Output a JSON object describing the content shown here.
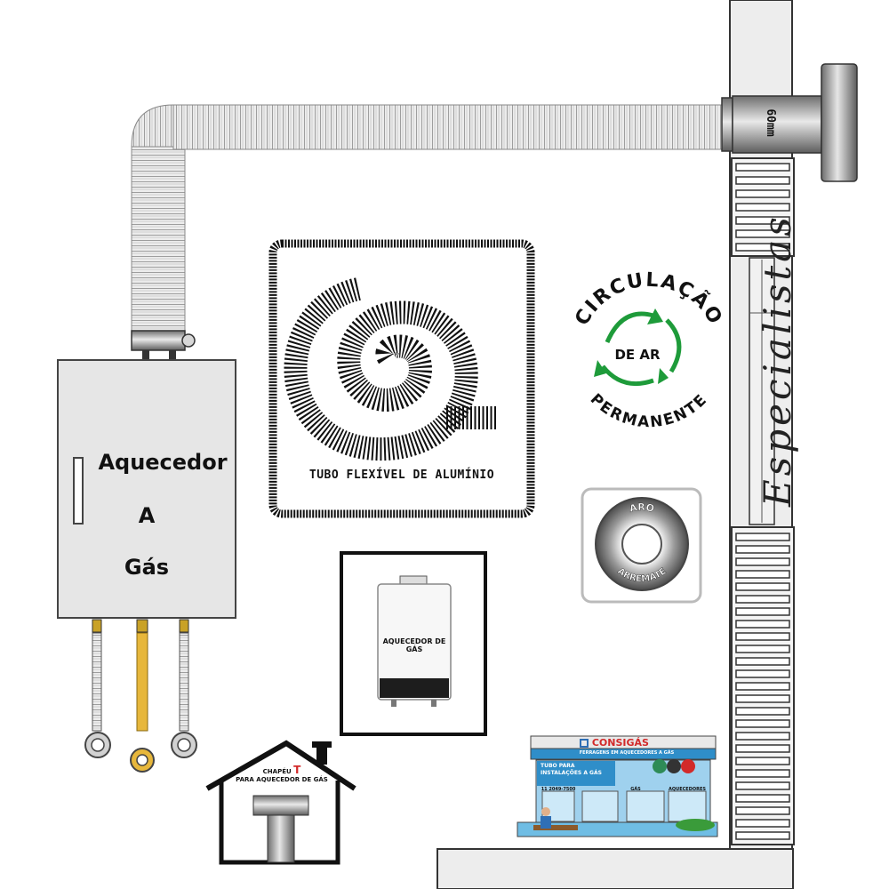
{
  "heater": {
    "line1": "Aquecedor",
    "line2": "A",
    "line3": "Gás"
  },
  "chimney": {
    "pipe_label": "60mm"
  },
  "tube_box": {
    "caption": "TUBO FLEXÍVEL DE ALUMÍNIO"
  },
  "circulation": {
    "top_text": "CIRCULAÇÃO",
    "center_text": "DE AR",
    "bottom_text": "PERMANENTE"
  },
  "aro": {
    "top_text": "ARO",
    "bottom_text": "ARREMATE"
  },
  "heater_product": {
    "label": "AQUECEDOR DE GÁS"
  },
  "chapeu": {
    "line1": "CHAPÉU",
    "highlight": "T",
    "line2": "PARA AQUECEDOR DE GÁS"
  },
  "store": {
    "brand": "CONSIGÁS",
    "tagline": "FERRAGENS EM AQUECEDORES A GÁS",
    "banner_line1": "TUBO PARA",
    "banner_line2": "INSTALAÇÕES A GÁS",
    "phone": "11 2049-7500",
    "section_gas": "GÁS",
    "section_aquec": "AQUECEDORES"
  },
  "signature": "Especialistas",
  "colors": {
    "green": "#1e9b3a",
    "brass": "#c9a227",
    "yellow_hose": "#e7b73b",
    "store_blue": "#2f8ec9",
    "brand_red": "#d22a2a"
  }
}
